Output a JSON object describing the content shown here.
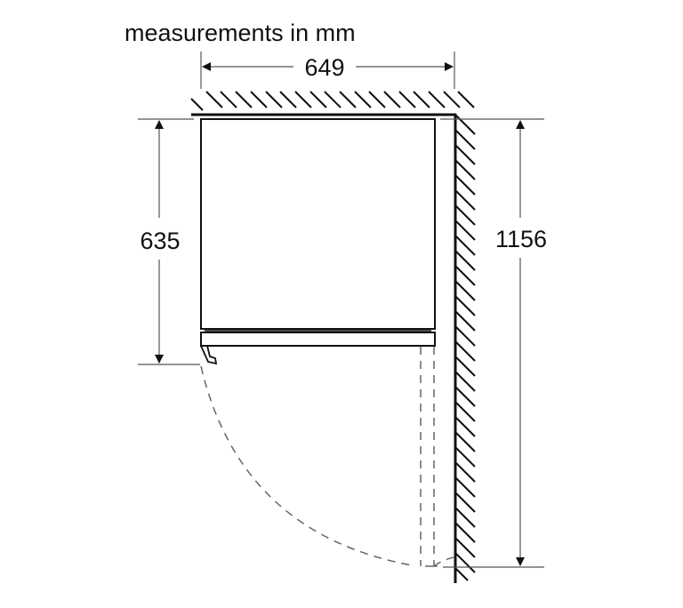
{
  "title": "measurements in mm",
  "dimensions": {
    "width": "649",
    "depth": "635",
    "door_open_depth": "1156"
  },
  "colors": {
    "line": "#111111",
    "dim_line": "#555555",
    "dashed": "#666666",
    "background": "#ffffff"
  }
}
